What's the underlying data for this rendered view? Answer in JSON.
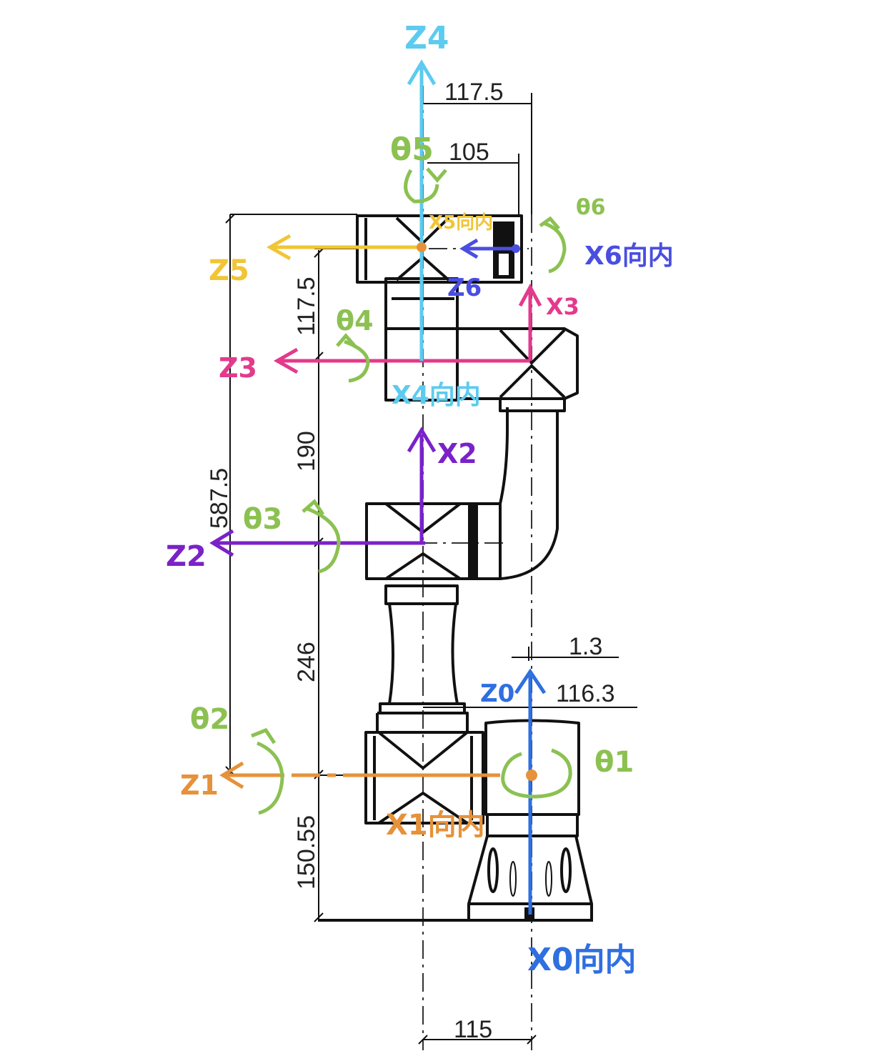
{
  "dimensions": {
    "top_offset": "117.5",
    "top_inner": "105",
    "wrist_height": "117.5",
    "elbow_height": "190",
    "total_height": "587.5",
    "forearm_length": "246",
    "base_height": "150.55",
    "base_offset_small": "1.3",
    "base_offset": "116.3",
    "bottom_width": "115"
  },
  "frames": {
    "z0": "Z0",
    "x0": "X0向内",
    "z1": "Z1",
    "x1": "X1向内",
    "z2": "Z2",
    "x2": "X2",
    "z3": "Z3",
    "x3": "X3",
    "z4": "Z4",
    "x4": "X4向内",
    "z5": "Z5",
    "x5": "X5向内",
    "z6": "Z6",
    "x6": "X6向内"
  },
  "joints": {
    "theta1": "θ1",
    "theta2": "θ2",
    "theta3": "θ3",
    "theta4": "θ4",
    "theta5": "θ5",
    "theta6": "θ6"
  },
  "colors": {
    "frame0": "#2f6fe0",
    "frame1": "#e5923a",
    "frame2": "#7a22c8",
    "frame3": "#e33a8c",
    "frame4": "#5ccbf0",
    "frame5": "#f1c535",
    "frame6": "#4a4ee0",
    "theta": "#8cc152",
    "drawing": "#111111"
  }
}
